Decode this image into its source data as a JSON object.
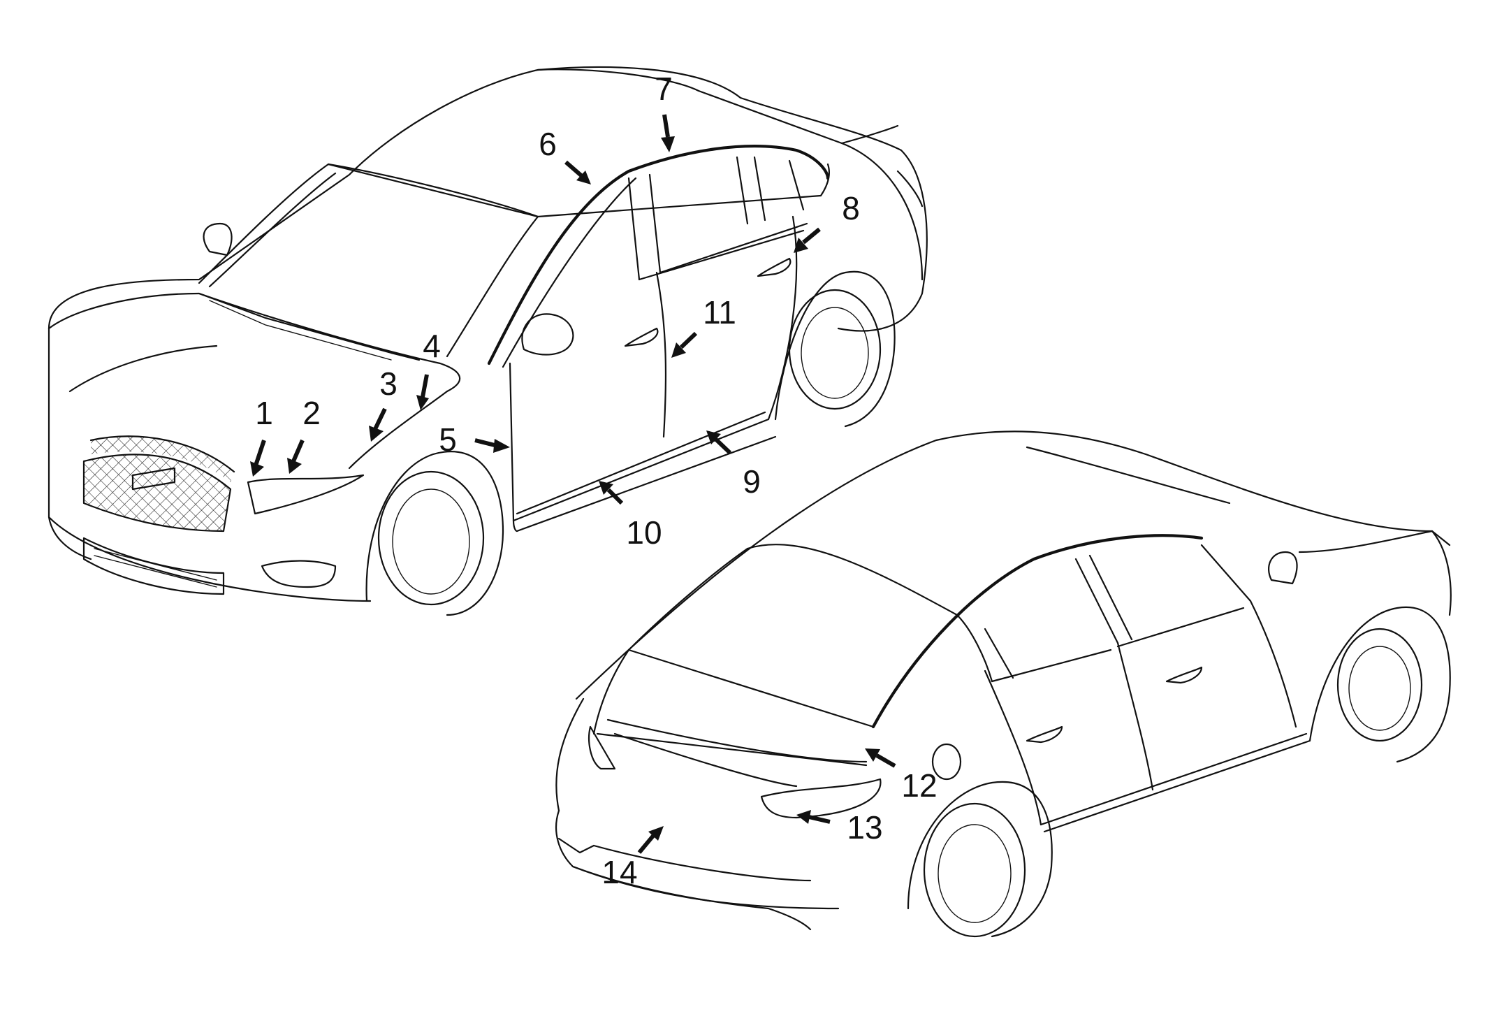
{
  "callouts": [
    {
      "id": 1,
      "label": "1"
    },
    {
      "id": 2,
      "label": "2"
    },
    {
      "id": 3,
      "label": "3"
    },
    {
      "id": 4,
      "label": "4"
    },
    {
      "id": 5,
      "label": "5"
    },
    {
      "id": 6,
      "label": "6"
    },
    {
      "id": 7,
      "label": "7"
    },
    {
      "id": 8,
      "label": "8"
    },
    {
      "id": 9,
      "label": "9"
    },
    {
      "id": 10,
      "label": "10"
    },
    {
      "id": 11,
      "label": "11"
    },
    {
      "id": 12,
      "label": "12"
    },
    {
      "id": 13,
      "label": "13"
    },
    {
      "id": 14,
      "label": "14"
    }
  ]
}
